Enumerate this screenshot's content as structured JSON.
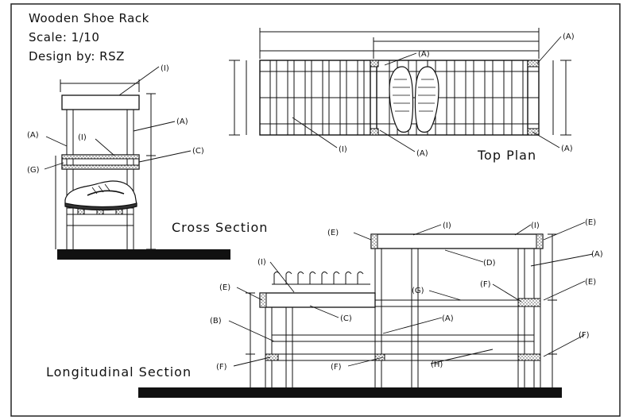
{
  "title": {
    "name": "Wooden Shoe Rack",
    "scale": "Scale: 1/10",
    "designer": "Design by: RSZ"
  },
  "captions": {
    "top_plan": "Top Plan",
    "cross_section": "Cross Section",
    "longitudinal_section": "Longitudinal Section"
  },
  "callouts": {
    "a": "(A)",
    "b": "(B)",
    "c": "(C)",
    "d": "(D)",
    "e": "(E)",
    "f": "(F)",
    "g": "(G)",
    "h": "(H)",
    "i": "(I)"
  }
}
